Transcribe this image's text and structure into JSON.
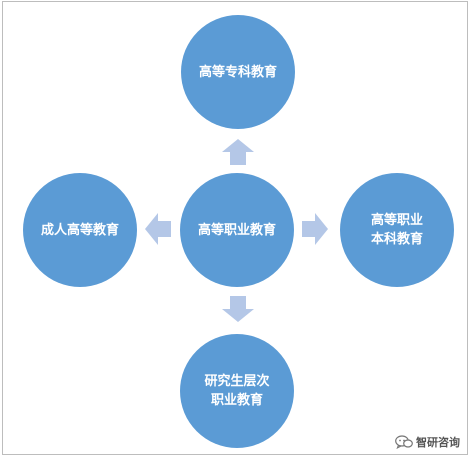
{
  "colors": {
    "node_fill": "#5b9bd5",
    "arrow_fill": "#b4c7e7",
    "text": "#ffffff",
    "frame": "#bdbdbd"
  },
  "nodes": {
    "center": "高等职业教育",
    "top": "高等专科教育",
    "left": "成人高等教育",
    "right": "高等职业\n本科教育",
    "bottom": "研究生层次\n职业教育"
  },
  "watermark": {
    "text": "智研咨询",
    "icon": "wechat-icon"
  }
}
